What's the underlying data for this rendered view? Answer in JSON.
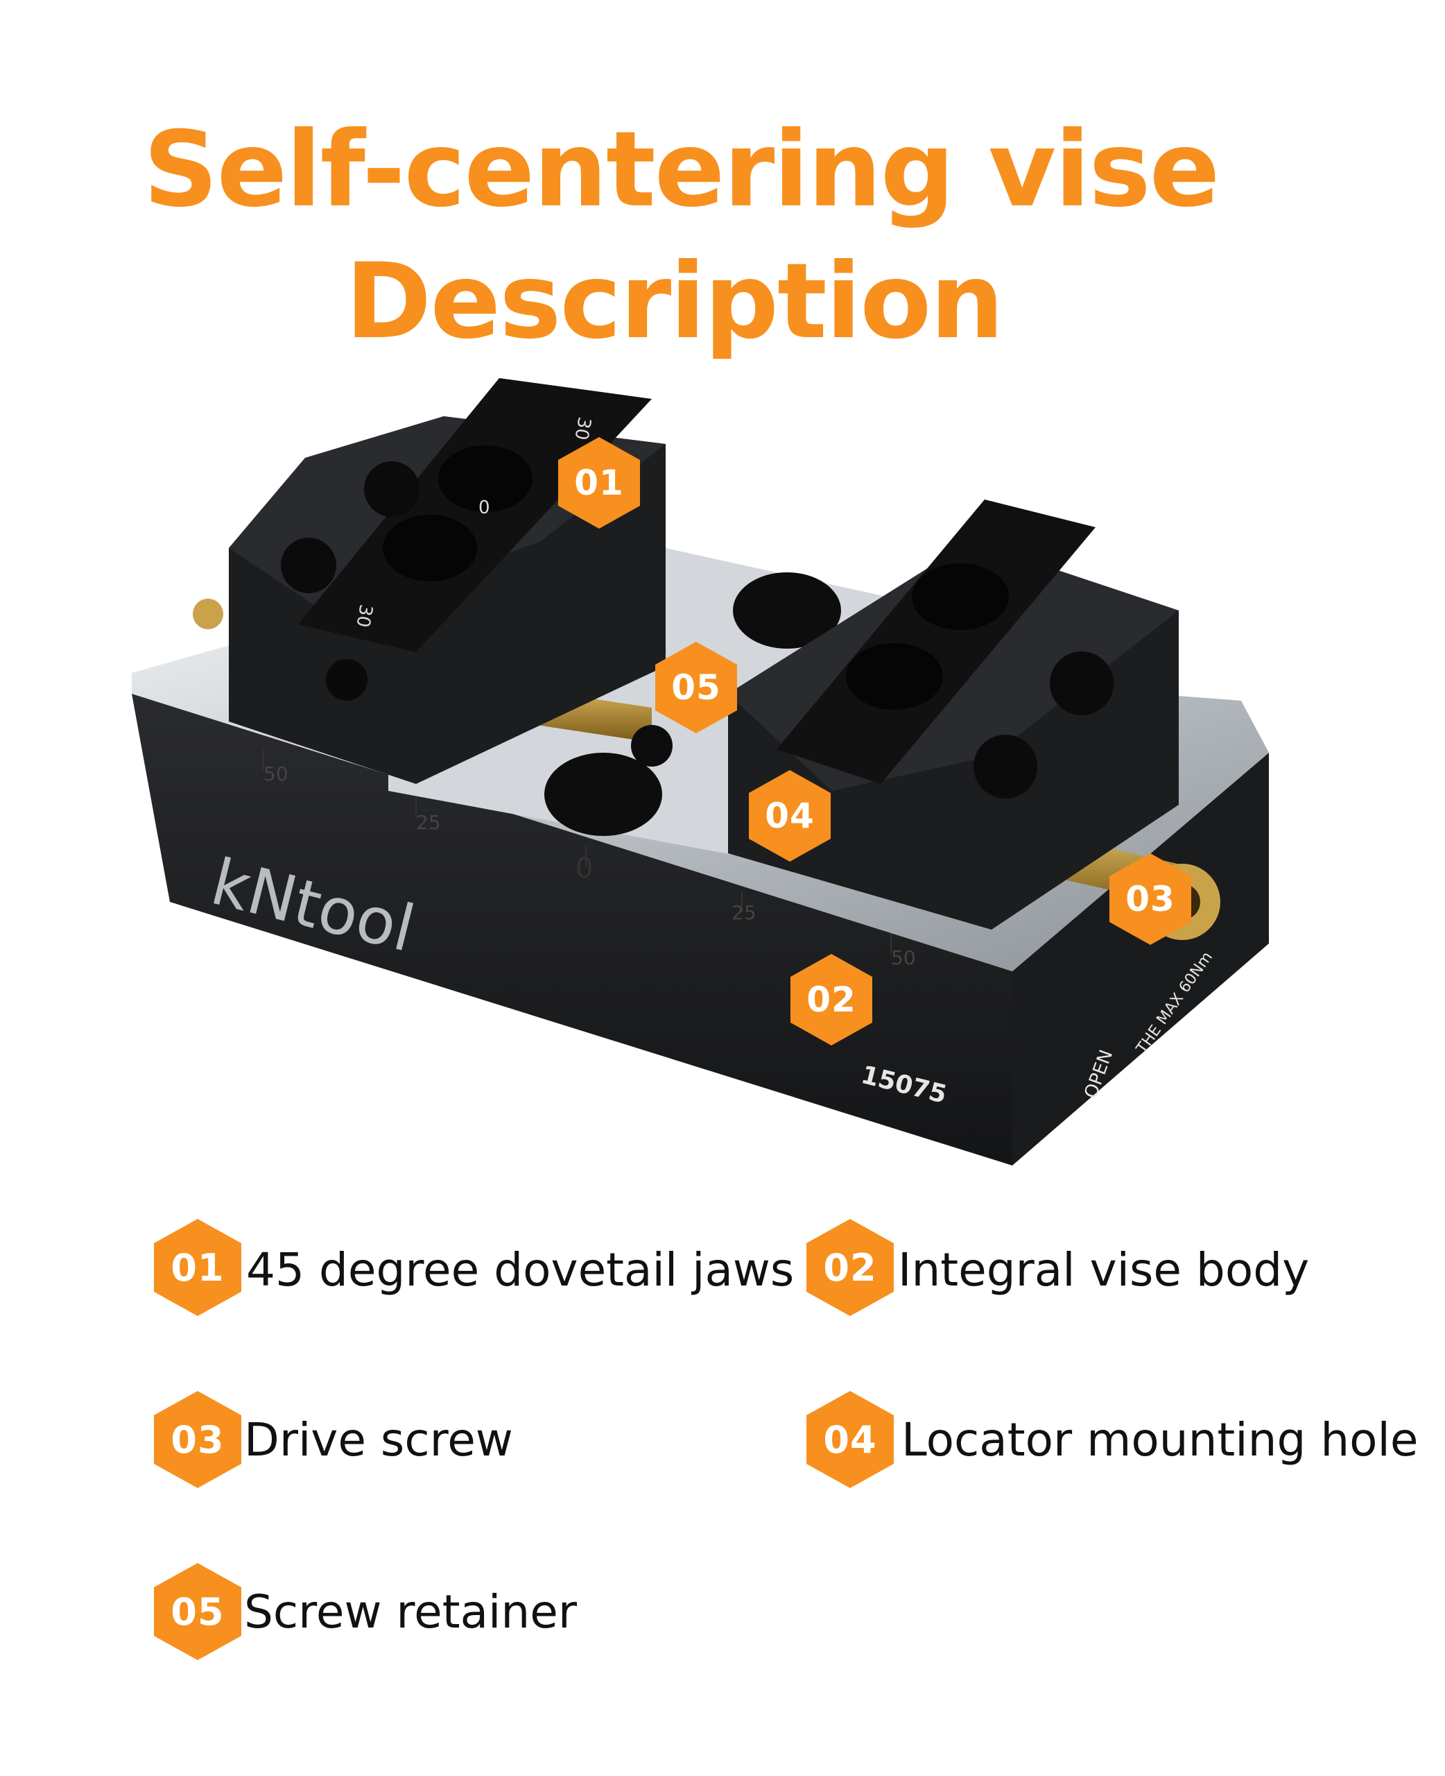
{
  "title": {
    "line1": "Self-centering vise",
    "line2": "Description"
  },
  "colors": {
    "accent": "#F7901E",
    "body": "#1f2022",
    "steel": "#c9cdd1",
    "brass": "#b5902f"
  },
  "product": {
    "brand": "kNtool",
    "model_number": "15075",
    "open_label": "OPEN",
    "torque_label": "THE MAX 60Nm",
    "scale_labels": [
      "50",
      "25",
      "0",
      "25",
      "50"
    ],
    "jaw_scale_labels": [
      "30",
      "0",
      "30"
    ]
  },
  "callouts": [
    "01",
    "02",
    "03",
    "04",
    "05"
  ],
  "legend": [
    {
      "number": "01",
      "label": "45 degree dovetail jaws"
    },
    {
      "number": "02",
      "label": "Integral vise body"
    },
    {
      "number": "03",
      "label": "Drive screw"
    },
    {
      "number": "04",
      "label": "Locator mounting hole"
    },
    {
      "number": "05",
      "label": "Screw retainer"
    }
  ]
}
